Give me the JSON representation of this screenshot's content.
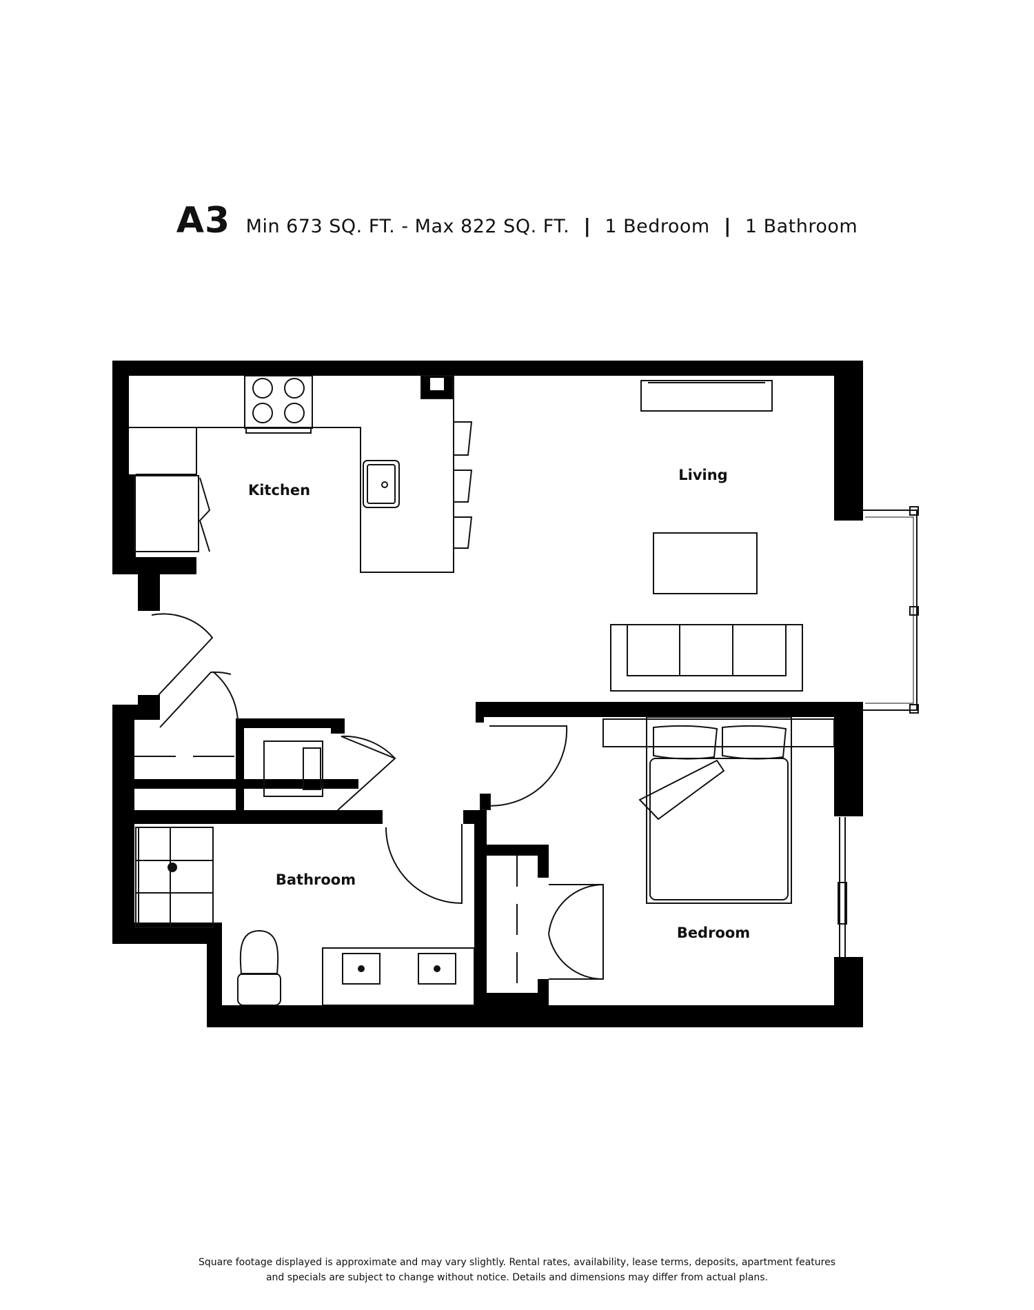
{
  "header": {
    "unit_code": "A3",
    "size_range": "Min 673 SQ. FT. - Max 822 SQ. FT.",
    "separator": "|",
    "bedrooms": "1 Bedroom",
    "bathrooms": "1 Bathroom"
  },
  "rooms": {
    "kitchen": "Kitchen",
    "living": "Living",
    "bathroom": "Bathroom",
    "bedroom": "Bedroom"
  },
  "disclaimer": {
    "line1": "Square footage displayed is approximate and may vary slightly. Rental rates, availability, lease terms, deposits, apartment features",
    "line2": "and specials are subject to change without notice. Details and dimensions may differ from actual plans."
  },
  "colors": {
    "wall": "#000000",
    "line": "#111111",
    "background": "#ffffff"
  }
}
